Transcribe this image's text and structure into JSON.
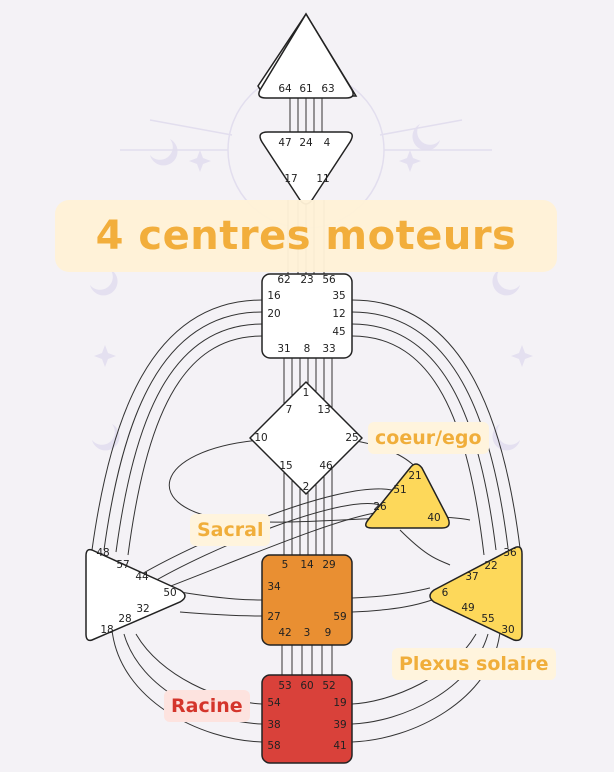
{
  "title": "4 centres moteurs",
  "labels": {
    "coeur": "coeur/ego",
    "sacral": "Sacral",
    "plexus": "Plexus solaire",
    "racine": "Racine"
  },
  "colors": {
    "background": "#f4f2f6",
    "banner_text": "#f2ae3c",
    "coeur_fill": "#fdd85a",
    "plexus_fill": "#fdd85a",
    "sacral_fill": "#e98f32",
    "racine_fill": "#d9413a",
    "undefined_fill": "#ffffff",
    "racine_label": "#d4352b"
  },
  "centers": {
    "head": {
      "gates": [
        "64",
        "61",
        "63"
      ]
    },
    "ajna": {
      "gates": [
        "47",
        "24",
        "4",
        "17",
        "11"
      ]
    },
    "throat": {
      "gates": [
        "62",
        "23",
        "56",
        "16",
        "35",
        "20",
        "12",
        "45",
        "31",
        "8",
        "33"
      ]
    },
    "g": {
      "gates": [
        "1",
        "7",
        "13",
        "10",
        "25",
        "15",
        "46",
        "2"
      ]
    },
    "heart": {
      "gates": [
        "21",
        "51",
        "26",
        "40"
      ]
    },
    "spleen": {
      "gates": [
        "48",
        "57",
        "44",
        "50",
        "32",
        "28",
        "18"
      ]
    },
    "sacral": {
      "gates": [
        "5",
        "14",
        "29",
        "34",
        "27",
        "59",
        "42",
        "3",
        "9"
      ]
    },
    "solar": {
      "gates": [
        "36",
        "22",
        "37",
        "6",
        "49",
        "55",
        "30"
      ]
    },
    "root": {
      "gates": [
        "53",
        "60",
        "52",
        "54",
        "19",
        "38",
        "39",
        "58",
        "41"
      ]
    }
  }
}
